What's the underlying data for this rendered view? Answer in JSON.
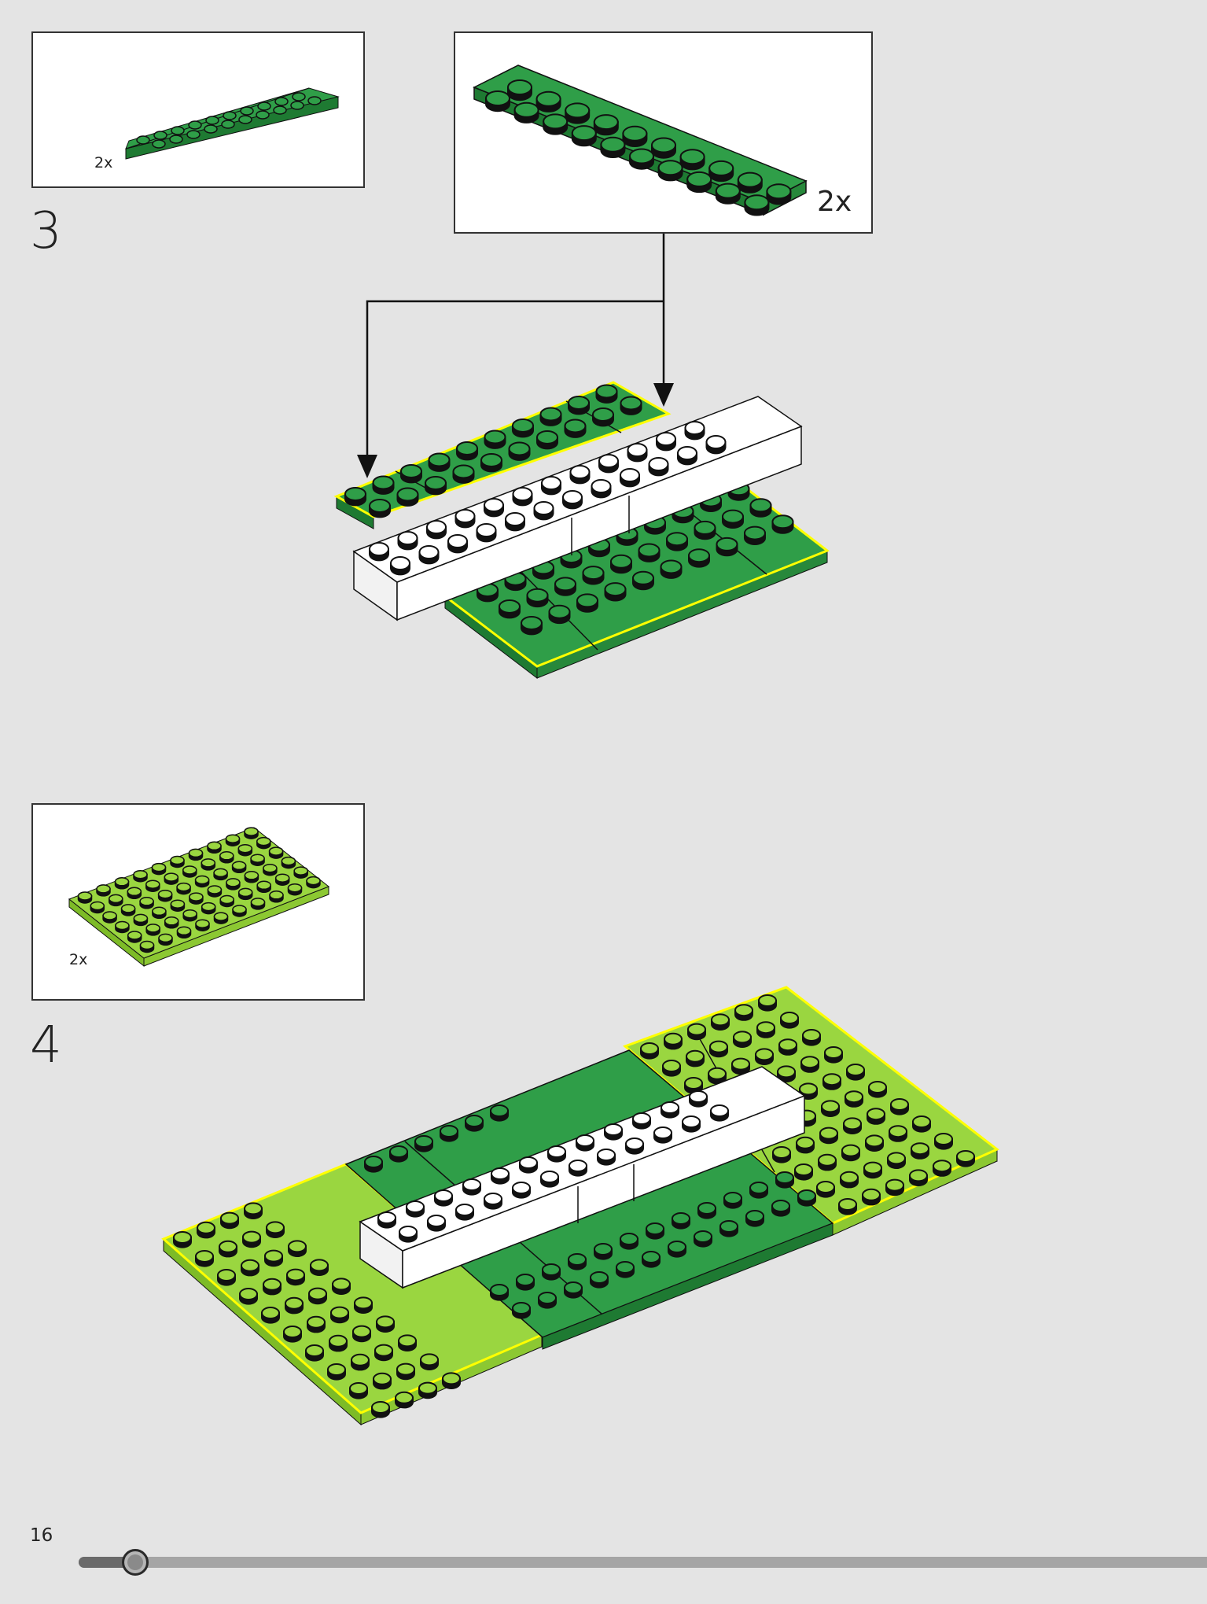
{
  "page": {
    "number": "16",
    "progress_fraction": 0.05
  },
  "colors": {
    "background": "#e4e4e4",
    "dark_green": "#2f9e48",
    "dark_green_side": "#1e7a32",
    "lime_green": "#9ad640",
    "lime_green_side": "#7dbb27",
    "white_brick": "#ffffff",
    "highlight": "#ffff00"
  },
  "steps": [
    {
      "number": "3",
      "parts_small": {
        "quantity": "2x",
        "part": "green-2x10-plate"
      },
      "parts_large": {
        "quantity": "2x",
        "part": "green-2x10-plate"
      }
    },
    {
      "number": "4",
      "parts": {
        "quantity": "2x",
        "part": "lime-6x10-plate"
      }
    }
  ]
}
